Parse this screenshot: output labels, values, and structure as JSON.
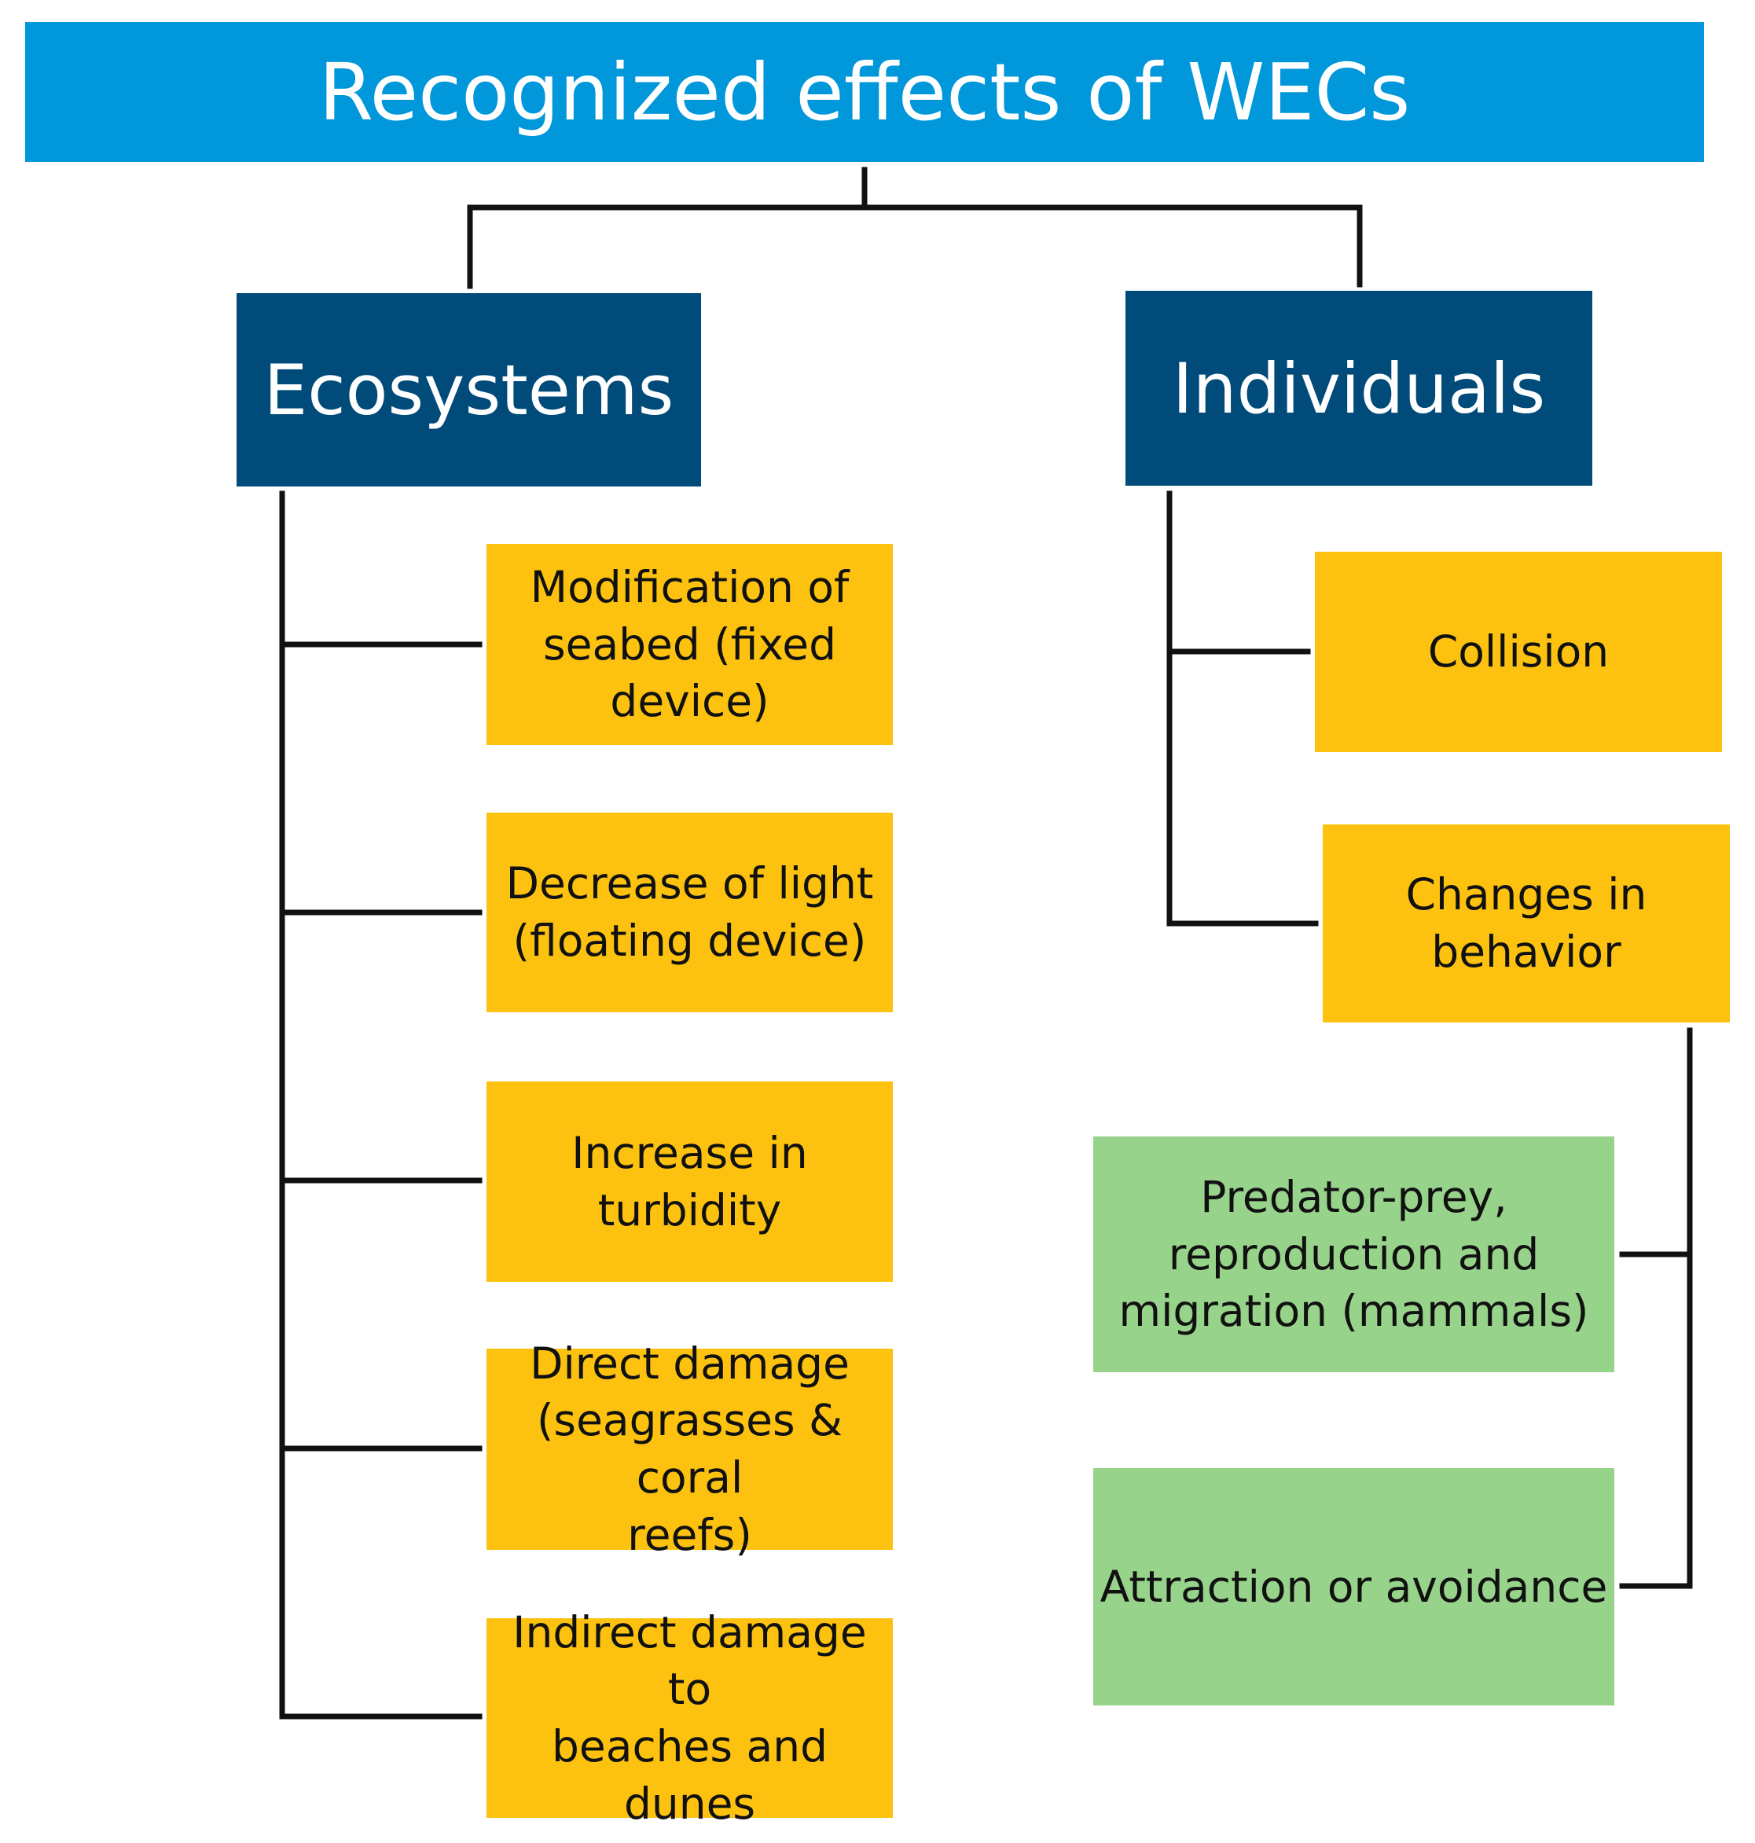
{
  "diagram": {
    "title": "Recognized effects of WECs",
    "categories": {
      "ecosystems": {
        "label": "Ecosystems",
        "items": [
          {
            "lines": [
              "Modification of",
              "seabed (fixed",
              "device)"
            ]
          },
          {
            "lines": [
              "Decrease of light",
              "(floating device)"
            ]
          },
          {
            "lines": [
              "Increase in",
              "turbidity"
            ]
          },
          {
            "lines": [
              "Direct damage",
              "(seagrasses & coral",
              "reefs)"
            ]
          },
          {
            "lines": [
              "Indirect damage to",
              "beaches and dunes"
            ]
          }
        ]
      },
      "individuals": {
        "label": "Individuals",
        "items": [
          {
            "lines": [
              "Collision"
            ]
          },
          {
            "lines": [
              "Changes in",
              "behavior"
            ]
          }
        ],
        "behavior_subitems": [
          {
            "lines": [
              "Predator-prey,",
              "reproduction and",
              "migration (mammals)"
            ]
          },
          {
            "lines": [
              "Attraction or avoidance"
            ]
          }
        ]
      }
    },
    "colors": {
      "title_bg": "#0097db",
      "category_bg": "#004b7a",
      "effect_bg": "#fcc20f",
      "subeffect_bg": "#97d38a",
      "connector": "#111111"
    }
  }
}
